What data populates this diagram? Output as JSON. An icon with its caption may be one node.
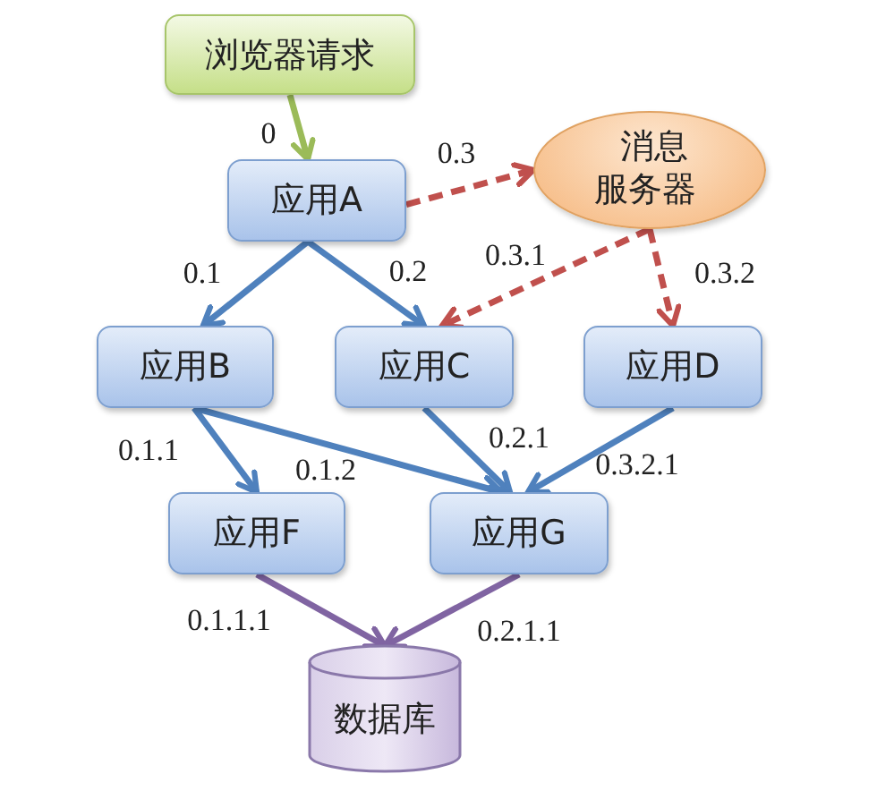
{
  "diagram": {
    "nodes": [
      {
        "text": [
          "浏览器请求"
        ]
      },
      {
        "text": [
          "应用A"
        ]
      },
      {
        "text": [
          "消息服务器"
        ]
      },
      {
        "text": [
          "应用B"
        ]
      },
      {
        "text": [
          "应用C"
        ]
      },
      {
        "text": [
          "应用D"
        ]
      },
      {
        "text": [
          "应用F"
        ]
      },
      {
        "text": [
          "应用G"
        ]
      },
      {
        "text": [
          "数据库"
        ]
      }
    ],
    "edges": [
      {
        "from": 0,
        "to": 1,
        "arrow": "to",
        "label": "0",
        "color": "#9bbb59"
      },
      {
        "from": 1,
        "to": 2,
        "arrow": "to",
        "label": "0.3",
        "style": "dashed",
        "color": "#c0504d"
      },
      {
        "from": 1,
        "to": 3,
        "arrow": "to",
        "label": "0.1"
      },
      {
        "from": 1,
        "to": 4,
        "arrow": "to",
        "label": "0.2"
      },
      {
        "from": 2,
        "to": 4,
        "arrow": "to",
        "label": "0.3.1",
        "style": "dashed",
        "color": "#c0504d"
      },
      {
        "from": 2,
        "to": 5,
        "arrow": "to",
        "label": "0.3.2",
        "style": "dashed",
        "color": "#c0504d"
      },
      {
        "from": 3,
        "to": 6,
        "arrow": "to",
        "label": "0.1.1"
      },
      {
        "from": 3,
        "to": 7,
        "arrow": "to",
        "label": "0.1.2"
      },
      {
        "from": 4,
        "to": 7,
        "arrow": "to",
        "label": "0.2.1"
      },
      {
        "from": 5,
        "to": 7,
        "arrow": "to",
        "label": "0.3.2.1"
      },
      {
        "from": 6,
        "to": 8,
        "arrow": "to",
        "label": "0.1.1.1",
        "color": "#8064a2"
      },
      {
        "from": 7,
        "to": 8,
        "arrow": "to",
        "label": "0.2.1.1",
        "color": "#8064a2"
      }
    ]
  }
}
